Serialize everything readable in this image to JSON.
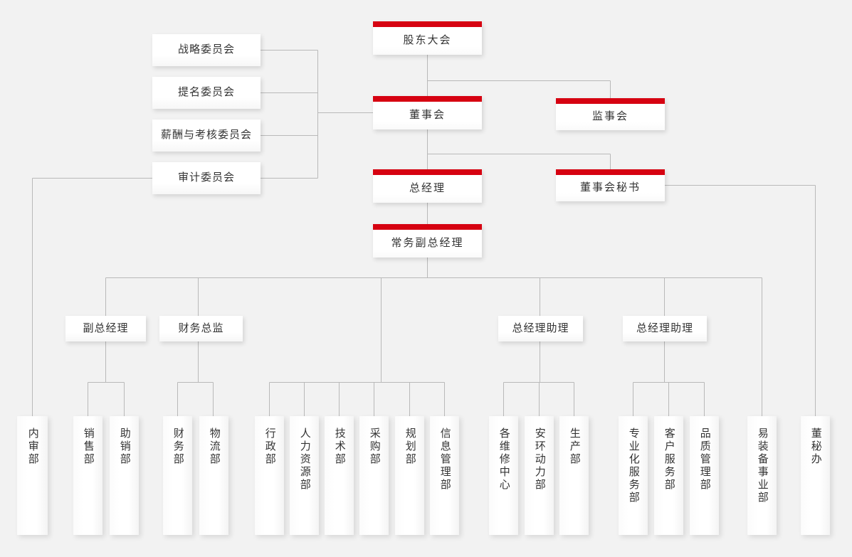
{
  "meta": {
    "title": "公司组织架构图",
    "accent_color": "#d60211",
    "box_color": "#ffffff",
    "background_color": "#f2f2f2",
    "line_color": "#b9b9b9",
    "text_color": "#333333"
  },
  "executives": [
    {
      "id": "shareholders",
      "label": "股东大会"
    },
    {
      "id": "board",
      "label": "董事会"
    },
    {
      "id": "supervisors",
      "label": "监事会"
    },
    {
      "id": "gm",
      "label": "总经理"
    },
    {
      "id": "board-sec",
      "label": "董事会秘书"
    },
    {
      "id": "exec-vp",
      "label": "常务副总经理"
    }
  ],
  "committees": [
    {
      "id": "strategy",
      "label": "战略委员会"
    },
    {
      "id": "nomination",
      "label": "提名委员会"
    },
    {
      "id": "compensation",
      "label": "薪酬与考核委员会"
    },
    {
      "id": "audit",
      "label": "审计委员会"
    }
  ],
  "managers": [
    {
      "id": "vp",
      "label": "副总经理"
    },
    {
      "id": "cfo",
      "label": "财务总监"
    },
    {
      "id": "gm-asst-1",
      "label": "总经理助理"
    },
    {
      "id": "gm-asst-2",
      "label": "总经理助理"
    }
  ],
  "departments": [
    {
      "id": "internal-audit",
      "label": "内审部"
    },
    {
      "id": "sales",
      "label": "销售部"
    },
    {
      "id": "sales-support",
      "label": "助销部"
    },
    {
      "id": "finance",
      "label": "财务部"
    },
    {
      "id": "logistics",
      "label": "物流部"
    },
    {
      "id": "administration",
      "label": "行政部"
    },
    {
      "id": "human-resources",
      "label": "人力资源部"
    },
    {
      "id": "technology",
      "label": "技术部"
    },
    {
      "id": "procurement",
      "label": "采购部"
    },
    {
      "id": "planning",
      "label": "规划部"
    },
    {
      "id": "info-management",
      "label": "信息管理部"
    },
    {
      "id": "maintenance",
      "label": "各维修中心"
    },
    {
      "id": "safety-power",
      "label": "安环动力部"
    },
    {
      "id": "production",
      "label": "生产部"
    },
    {
      "id": "pro-service",
      "label": "专业化服务部"
    },
    {
      "id": "customer-service",
      "label": "客户服务部"
    },
    {
      "id": "quality",
      "label": "品质管理部"
    },
    {
      "id": "easy-equipment",
      "label": "易装备事业部"
    },
    {
      "id": "sec-office",
      "label": "董秘办"
    }
  ]
}
